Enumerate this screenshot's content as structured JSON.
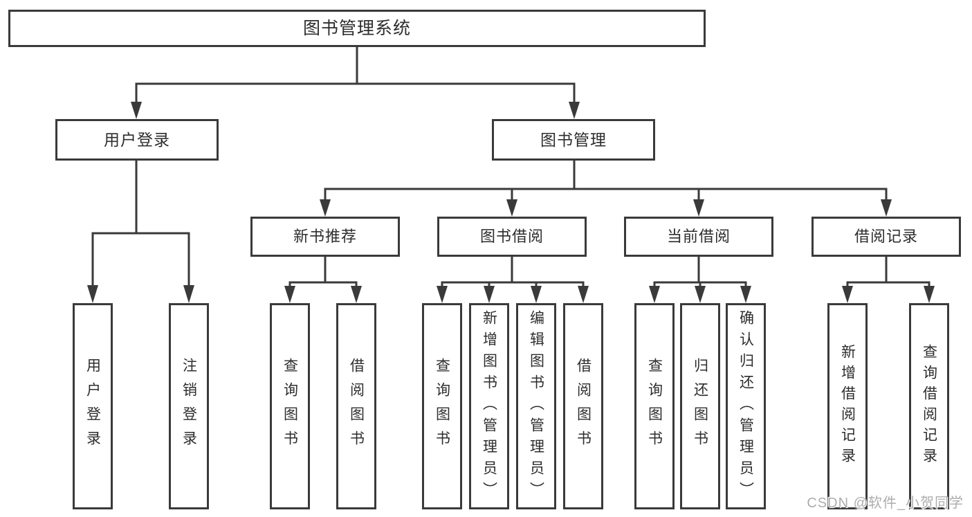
{
  "diagram": {
    "root": {
      "label": "图书管理系统"
    },
    "level2": [
      {
        "label": "用户登录"
      },
      {
        "label": "图书管理"
      }
    ],
    "level3": [
      {
        "label": "新书推荐"
      },
      {
        "label": "图书借阅"
      },
      {
        "label": "当前借阅"
      },
      {
        "label": "借阅记录"
      }
    ],
    "leaves": {
      "user_login": [
        {
          "label": "用户登录"
        },
        {
          "label": "注销登录"
        }
      ],
      "new_book": [
        {
          "label": "查询图书"
        },
        {
          "label": "借阅图书"
        }
      ],
      "book_borrow": [
        {
          "label": "查询图书"
        },
        {
          "label": "新增图书（管理员）"
        },
        {
          "label": "编辑图书（管理员）"
        },
        {
          "label": "借阅图书"
        }
      ],
      "current_borrow": [
        {
          "label": "查询图书"
        },
        {
          "label": "归还图书"
        },
        {
          "label": "确认归还（管理员）"
        }
      ],
      "borrow_record": [
        {
          "label": "新增借阅记录"
        },
        {
          "label": "查询借阅记录"
        }
      ]
    },
    "colors": {
      "line": "#3a3a3a",
      "box_border": "#3a3a3a",
      "box_background": "#ffffff",
      "text": "#2d2d2d",
      "watermark": "#adadad"
    }
  },
  "watermark": {
    "text": "CSDN @软件_小贺同学"
  }
}
